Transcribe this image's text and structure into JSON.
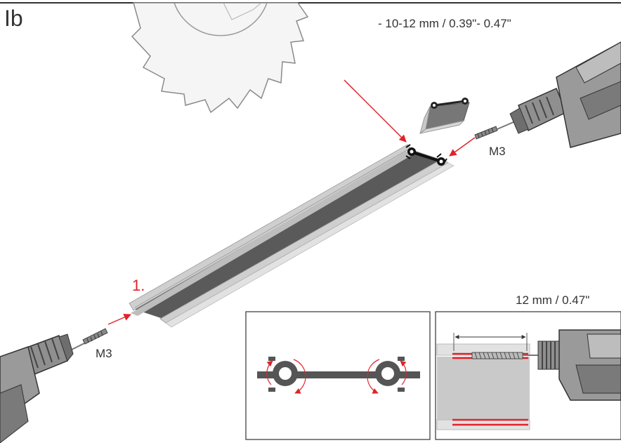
{
  "header": {
    "step_label": "Ib"
  },
  "annotations": {
    "saw_cut_note": "- 10-12 mm / 0.39\"- 0.47\"",
    "screw_top": "M3",
    "screw_bottom": "M3",
    "step_number": "1.",
    "detail_dimension": "12 mm / 0.47\""
  },
  "icons": [
    "circular-saw-blade-icon",
    "power-drill-icon",
    "screw-icon",
    "led-profile-icon",
    "end-cap-icon",
    "arrow-icon"
  ],
  "colors": {
    "line": "#333333",
    "accent_red": "#e0232a",
    "profile_dark": "#555555",
    "profile_light": "#c8c8c8",
    "saw_fill": "#f5f5f5"
  }
}
